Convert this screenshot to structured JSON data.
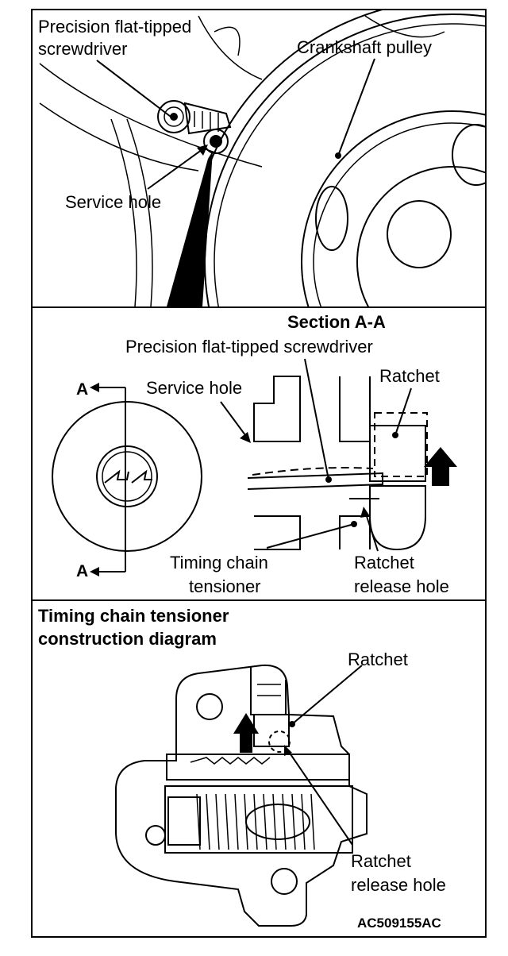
{
  "panel_top": {
    "label_screwdriver_line1": "Precision flat-tipped",
    "label_screwdriver_line2": "screwdriver",
    "label_crankshaft": "Crankshaft pulley",
    "label_service_hole": "Service hole"
  },
  "panel_middle": {
    "section_title": "Section A-A",
    "label_screwdriver": "Precision flat-tipped screwdriver",
    "label_service_hole": "Service hole",
    "label_ratchet": "Ratchet",
    "label_timing_line1": "Timing chain",
    "label_timing_line2": "tensioner",
    "label_release_line1": "Ratchet",
    "label_release_line2": "release hole",
    "section_marker": "A"
  },
  "panel_bottom": {
    "title_line1": "Timing chain tensioner",
    "title_line2": "construction diagram",
    "label_ratchet": "Ratchet",
    "label_release_line1": "Ratchet",
    "label_release_line2": "release hole"
  },
  "figure_code": "AC509155AC"
}
